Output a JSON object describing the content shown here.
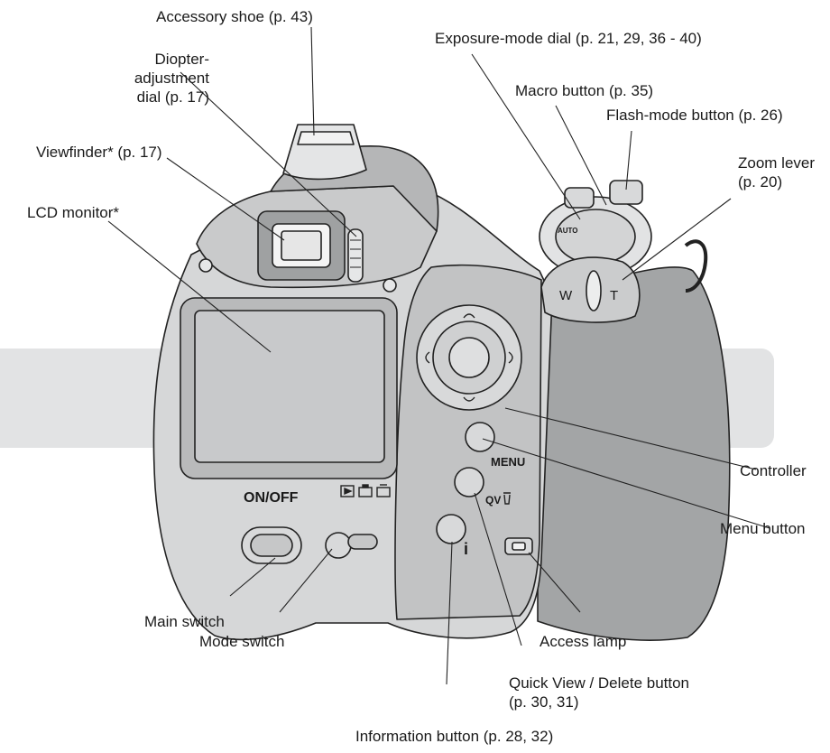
{
  "labels": {
    "accessory_shoe": "Accessory shoe (p. 43)",
    "diopter_line1": "Diopter-adjustment",
    "diopter_line2": "dial (p. 17)",
    "exposure_mode_dial": "Exposure-mode dial (p. 21, 29, 36 - 40)",
    "macro_button": "Macro button (p. 35)",
    "flash_mode_button": "Flash-mode button (p. 26)",
    "zoom_line1": "Zoom lever",
    "zoom_line2": "(p. 20)",
    "viewfinder": "Viewfinder* (p. 17)",
    "lcd_monitor": "LCD monitor*",
    "controller": "Controller",
    "menu_button": "Menu button",
    "main_switch": "Main switch",
    "mode_switch": "Mode switch",
    "access_lamp": "Access lamp",
    "quick_view_line1": "Quick View / Delete button",
    "quick_view_line2": "(p. 30, 31)",
    "information_button": "Information button (p. 28, 32)"
  },
  "camera_markings": {
    "on_off": "ON/OFF",
    "menu": "MENU",
    "qv": "QV",
    "info": "i",
    "zoom_w": "W",
    "zoom_t": "T",
    "auto": "AUTO"
  },
  "colors": {
    "band": "#e2e3e4",
    "body_light": "#d6d7d8",
    "body_mid": "#b9babb",
    "body_dark": "#8f9192",
    "grip": "#a3a5a6",
    "screen": "#c8c9cb",
    "outline": "#222222"
  },
  "icons": [
    "playback-icon",
    "camera-icon",
    "movie-camera-icon",
    "trash-icon"
  ]
}
